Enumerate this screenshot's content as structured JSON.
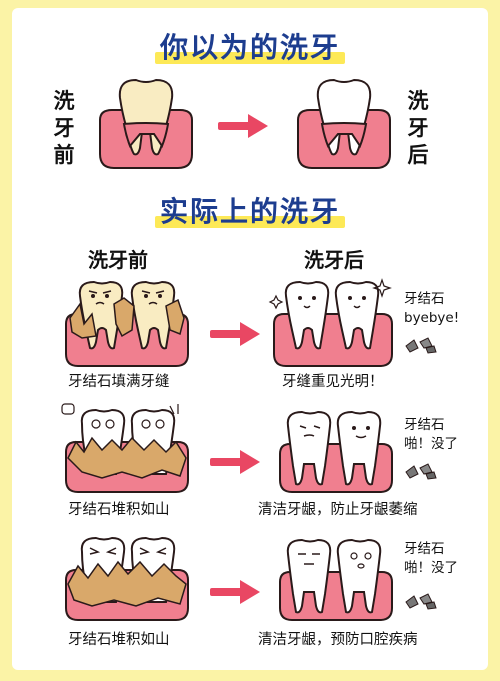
{
  "title_top": "你以为的洗牙",
  "title_mid": "实际上的洗牙",
  "top_row": {
    "before_label": [
      "洗",
      "牙",
      "前"
    ],
    "after_label": [
      "洗",
      "牙",
      "后"
    ]
  },
  "columns": {
    "before": "洗牙前",
    "after": "洗牙后"
  },
  "rows": [
    {
      "before_caption": "牙结石填满牙缝",
      "after_caption": "牙缝重见光明！",
      "note_line1": "牙结石",
      "note_line2": "byebye!"
    },
    {
      "before_caption": "牙结石堆积如山",
      "after_caption": "清洁牙龈，防止牙龈萎缩",
      "note_line1": "牙结石",
      "note_line2": "啪！没了"
    },
    {
      "before_caption": "牙结石堆积如山",
      "after_caption": "清洁牙龈，预防口腔疾病",
      "note_line1": "牙结石",
      "note_line2": "啪！没了"
    }
  ],
  "colors": {
    "gum": "#f07f8f",
    "gum_outline": "#2a1a1a",
    "tooth_clean": "#ffffff",
    "tooth_yellow": "#f7e6b0",
    "tartar": "#d9a86a",
    "arrow": "#e94763",
    "title": "#1d3d8f",
    "highlight": "#fde957",
    "background": "#fbf3a6"
  }
}
